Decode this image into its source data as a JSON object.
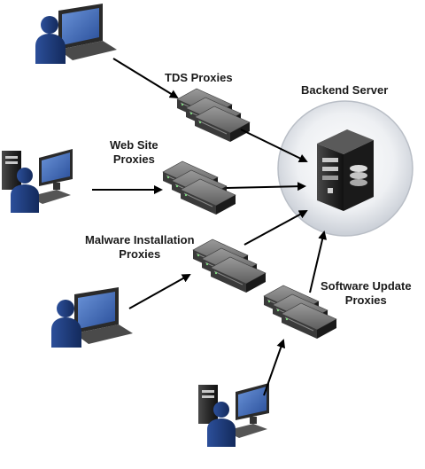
{
  "labels": {
    "tds": "TDS Proxies",
    "backend": "Backend Server",
    "website": [
      "Web Site",
      "Proxies"
    ],
    "malware": [
      "Malware Installation",
      "Proxies"
    ],
    "software": [
      "Software Update",
      "Proxies"
    ]
  },
  "icons": {
    "client_laptop": "laptop-user-icon",
    "client_desktop": "desktop-user-icon",
    "proxy": "server-stack-icon",
    "backend": "tower-server-icon"
  },
  "colors": {
    "text": "#1a1a1a",
    "user_blue": "#1d3a7a",
    "server_dark": "#2b2b2b",
    "halo": "#e6e9ee",
    "arrow": "#000000"
  }
}
